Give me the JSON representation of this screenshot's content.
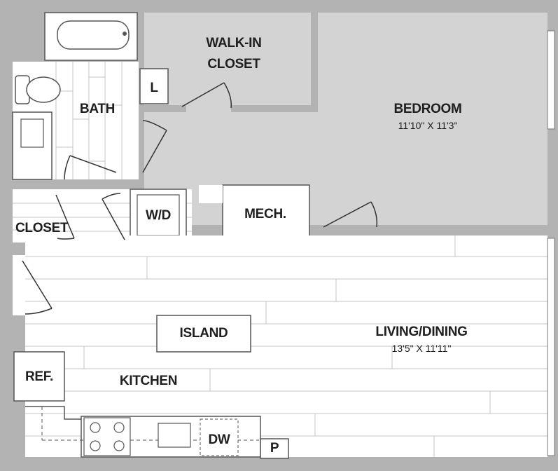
{
  "rooms": {
    "walkin_closet": {
      "line1": "WALK-IN",
      "line2": "CLOSET"
    },
    "bath": {
      "label": "BATH"
    },
    "linen": {
      "label": "L"
    },
    "bedroom": {
      "label": "BEDROOM",
      "dimensions": "11'10\" X 11'3\""
    },
    "closet": {
      "label": "CLOSET"
    },
    "washer_dryer": {
      "label": "W/D"
    },
    "mech": {
      "label": "MECH."
    },
    "island": {
      "label": "ISLAND"
    },
    "living_dining": {
      "label": "LIVING/DINING",
      "dimensions": "13'5\" X 11'11\""
    },
    "kitchen": {
      "label": "KITCHEN"
    },
    "refrigerator": {
      "label": "REF."
    },
    "dishwasher": {
      "label": "DW"
    },
    "pantry": {
      "label": "P"
    }
  },
  "colors": {
    "wall": "#b3b3b3",
    "room_fill": "#d3d3d3",
    "floor_line": "#c4c4c4",
    "text": "#1e1e1e"
  }
}
